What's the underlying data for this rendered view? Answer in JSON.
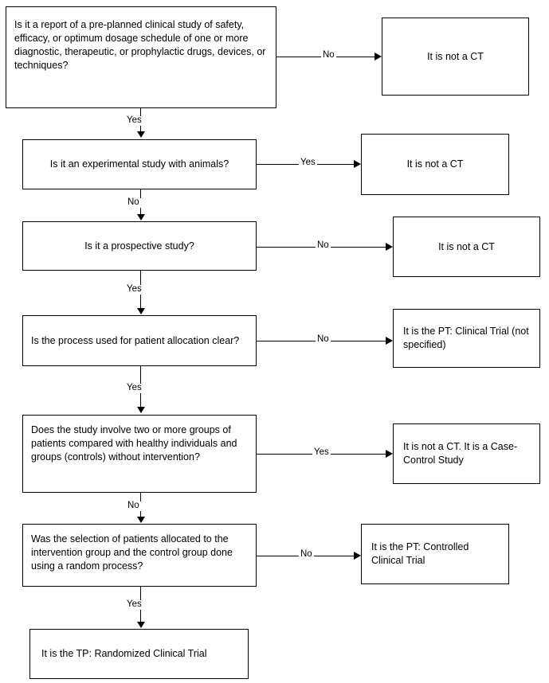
{
  "diagram": {
    "title": "Clinical Trial publication type decision flowchart",
    "stroke_color": "#000000",
    "background_color": "#ffffff"
  },
  "nodes": {
    "q1": "Is it a report of a pre-planned clinical study of safety, efficacy, or optimum dosage schedule of one or more diagnostic, therapeutic, or prophylactic drugs, devices, or techniques?",
    "q2": "Is it an experimental study with animals?",
    "q3": "Is it a prospective study?",
    "q4": "Is the process used for patient allocation clear?",
    "q5": "Does the study involve two or more groups of patients compared with healthy individuals and groups (controls) without intervention?",
    "q6": "Was the selection of patients allocated to the intervention group and the control group done using a random process?",
    "o1": "It is not a CT",
    "o2": "It is not a CT",
    "o3": "It is not a CT",
    "o4": "It is the PT: Clinical Trial (not specified)",
    "o5": "It is not a CT. It is a Case-Control Study",
    "o6": "It is the PT: Controlled Clinical Trial",
    "o7": "It is the TP: Randomized Clinical Trial"
  },
  "edges": {
    "e_q1_no": "No",
    "e_q1_yes": "Yes",
    "e_q2_yes": "Yes",
    "e_q2_no": "No",
    "e_q3_no": "No",
    "e_q3_yes": "Yes",
    "e_q4_no": "No",
    "e_q4_yes": "Yes",
    "e_q5_yes": "Yes",
    "e_q5_no": "No",
    "e_q6_no": "No",
    "e_q6_yes": "Yes"
  }
}
